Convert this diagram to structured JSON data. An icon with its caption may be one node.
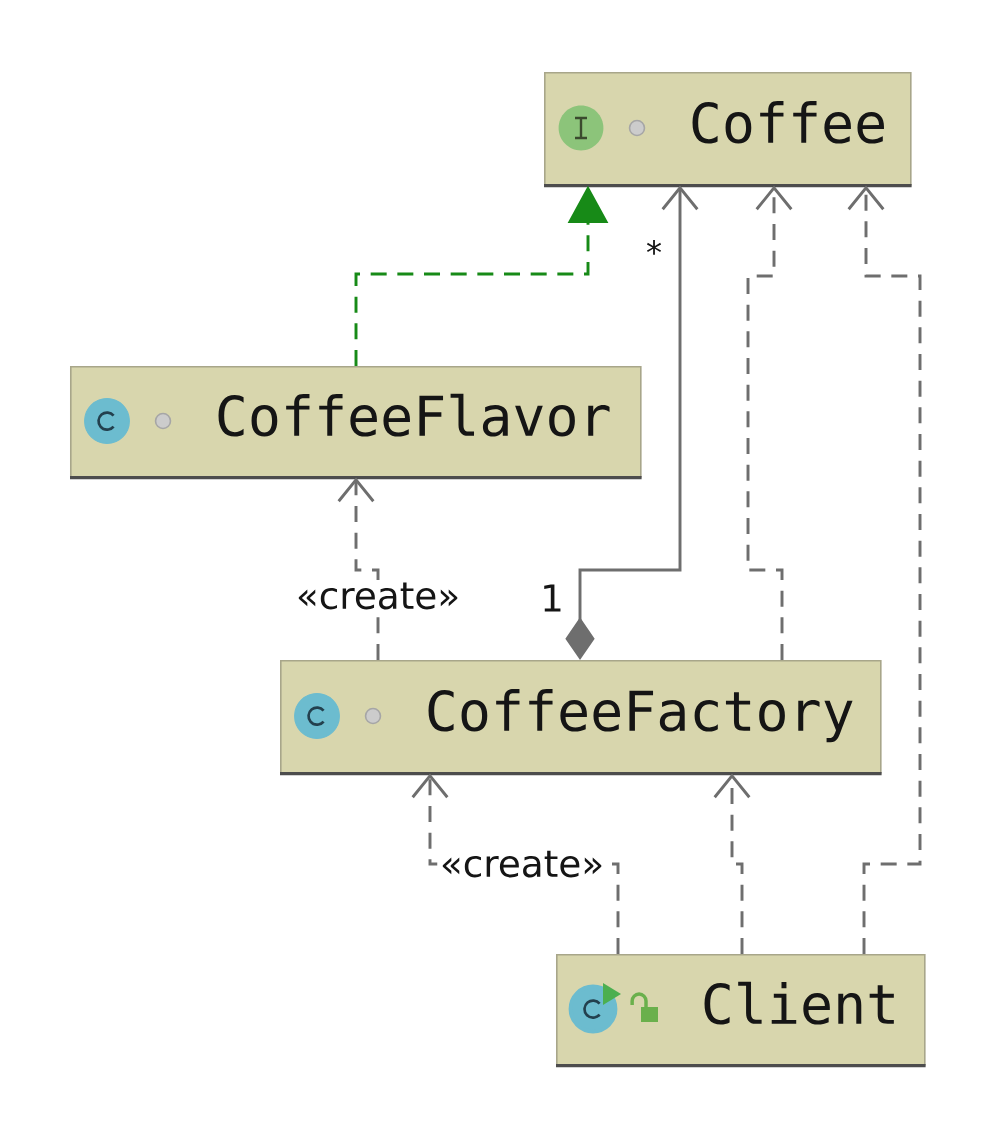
{
  "diagram": {
    "nodes": [
      {
        "text": [
          "Coffee"
        ]
      },
      {
        "text": [
          "CoffeeFlavor"
        ]
      },
      {
        "text": [
          "CoffeeFactory"
        ]
      },
      {
        "text": [
          "Client"
        ]
      }
    ],
    "edges": [
      {
        "from": 1,
        "to": 0,
        "arrow": "to",
        "style": "dashed",
        "color": "#178a17"
      },
      {
        "from": 2,
        "to": 0,
        "arrow": "to"
      },
      {
        "from": 2,
        "to": 0,
        "arrow": "to",
        "style": "dashed"
      },
      {
        "from": 3,
        "to": 0,
        "arrow": "to",
        "style": "dashed"
      },
      {
        "from": 2,
        "to": 1,
        "arrow": "to",
        "style": "dashed",
        "label": "«create»"
      },
      {
        "from": 3,
        "to": 2,
        "arrow": "to",
        "style": "dashed",
        "label": "«create»"
      },
      {
        "from": 3,
        "to": 2,
        "arrow": "to",
        "style": "dashed"
      }
    ],
    "labels": [
      "*",
      "1"
    ]
  }
}
